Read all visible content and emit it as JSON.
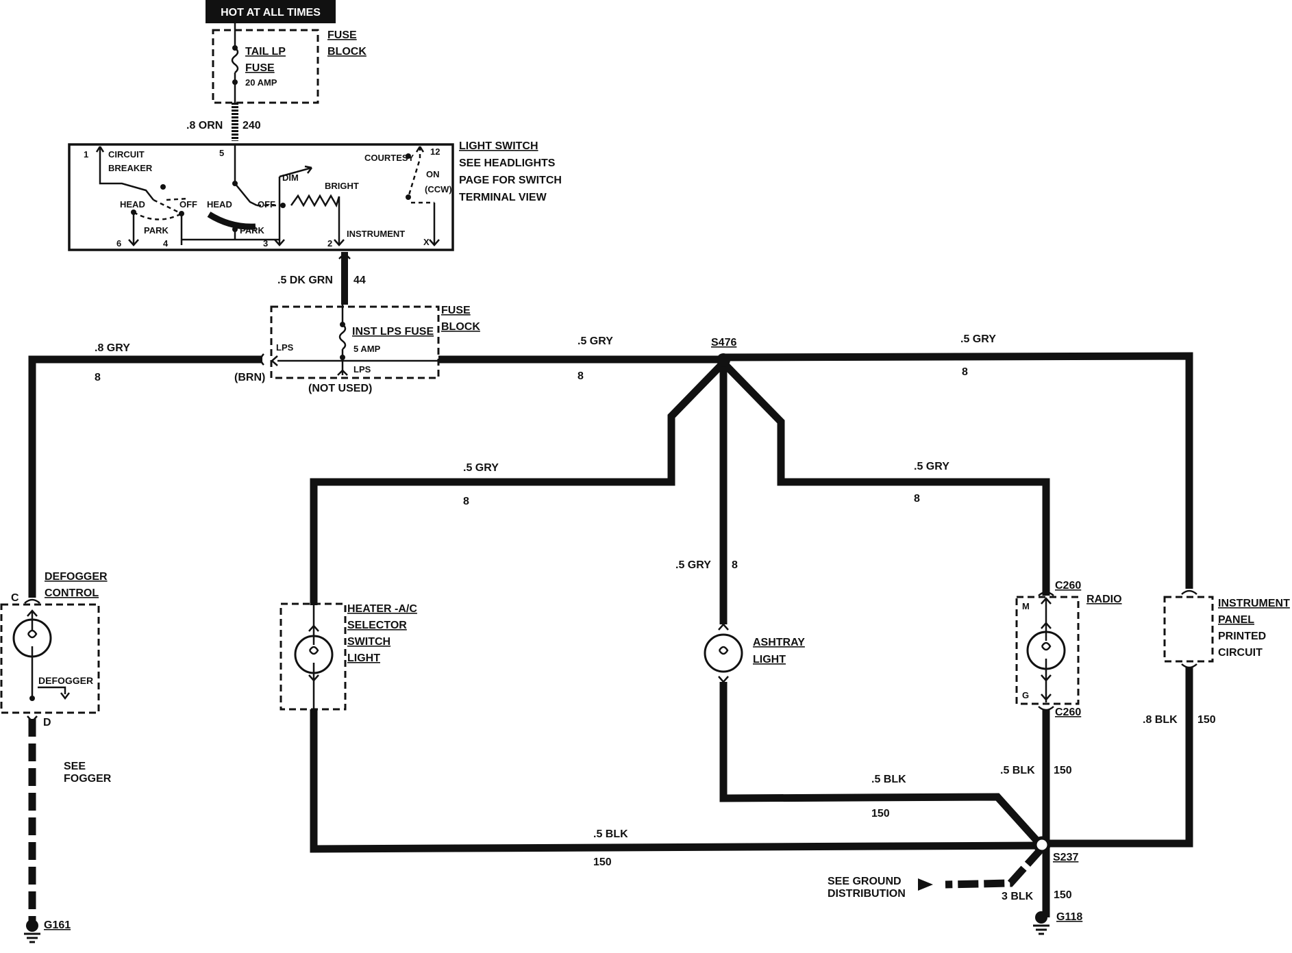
{
  "header": {
    "hot_label": "HOT AT ALL TIMES"
  },
  "fuse_block_top": {
    "label_line1": "FUSE",
    "label_line2": "BLOCK",
    "fuse_line1": "TAIL LP",
    "fuse_line2": "FUSE",
    "fuse_rating": "20 AMP"
  },
  "wire_240": {
    "gauge": ".8 ORN",
    "circuit": "240"
  },
  "light_switch": {
    "title": "LIGHT SWITCH",
    "note_line1": "SEE HEADLIGHTS",
    "note_line2": "PAGE FOR SWITCH",
    "note_line3": "TERMINAL VIEW",
    "circuit_breaker_line1": "CIRCUIT",
    "circuit_breaker_line2": "BREAKER",
    "head_left": "HEAD",
    "off_left": "OFF",
    "park_left": "PARK",
    "head_mid": "HEAD",
    "off_mid": "OFF",
    "park_mid": "PARK",
    "dim": "DIM",
    "bright": "BRIGHT",
    "courtesy": "COURTESY",
    "on": "ON",
    "ccw": "(CCW)",
    "instrument": "INSTRUMENT",
    "term_1": "1",
    "term_5": "5",
    "term_12": "12",
    "term_6": "6",
    "term_4": "4",
    "term_3": "3",
    "term_2": "2",
    "term_x": "X"
  },
  "wire_44": {
    "gauge": ".5 DK GRN",
    "circuit": "44"
  },
  "fuse_block_mid": {
    "label_line1": "FUSE",
    "label_line2": "BLOCK",
    "fuse_name": "INST LPS FUSE",
    "fuse_rating": "5 AMP",
    "lps_left": "LPS",
    "lps_bottom": "LPS",
    "brn": "(BRN)",
    "not_used": "(NOT USED)"
  },
  "wires": {
    "left_gray_gauge": ".8 GRY",
    "left_gray_circuit": "8",
    "mid_gray_gauge": ".5 GRY",
    "mid_gray_circuit": "8",
    "right_gray_gauge": ".5 GRY",
    "right_gray_circuit": "8",
    "heater_gray_gauge": ".5 GRY",
    "heater_gray_circuit": "8",
    "radio_gray_gauge": ".5 GRY",
    "radio_gray_circuit": "8",
    "ashtray_gray_gauge": ".5 GRY",
    "ashtray_gray_circuit": "8",
    "ashtray_blk_gauge": ".5 BLK",
    "ashtray_blk_circuit": "150",
    "bottom_blk_gauge": ".5 BLK",
    "bottom_blk_circuit": "150",
    "radio_blk_gauge": ".5 BLK",
    "radio_blk_circuit": "150",
    "ipc_blk_gauge": ".8 BLK",
    "ipc_blk_circuit": "150",
    "ground_blk_gauge": "3 BLK",
    "ground_blk_circuit": "150"
  },
  "splices": {
    "s476": "S476",
    "s237": "S237"
  },
  "defogger": {
    "title_line1": "DEFOGGER",
    "title_line2": "CONTROL",
    "term_c": "C",
    "term_d": "D",
    "inner_label": "DEFOGGER",
    "see_line1": "SEE",
    "see_line2": "FOGGER",
    "ground": "G161"
  },
  "heater": {
    "line1": "HEATER -A/C",
    "line2": "SELECTOR",
    "line3": "SWITCH",
    "line4": "LIGHT"
  },
  "ashtray": {
    "line1": "ASHTRAY",
    "line2": "LIGHT"
  },
  "radio": {
    "title": "RADIO",
    "c260_top": "C260",
    "c260_bottom": "C260",
    "term_m": "M",
    "term_g": "G"
  },
  "ipc": {
    "line1": "INSTRUMENT",
    "line2": "PANEL",
    "line3": "PRINTED",
    "line4": "CIRCUIT"
  },
  "ground_dist": {
    "line1": "SEE GROUND",
    "line2": "DISTRIBUTION",
    "ground": "G118"
  }
}
